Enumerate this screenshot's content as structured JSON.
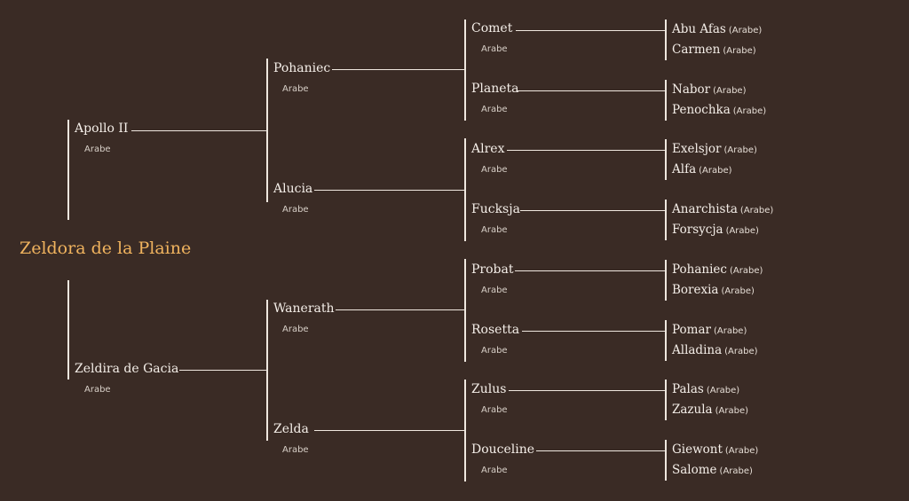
{
  "subject": {
    "name": "Zeldora de la Plaine",
    "color": "#f0b35e"
  },
  "parents": [
    {
      "name": "Apollo II",
      "breed": "Arabe"
    },
    {
      "name": "Zeldira de Gacia",
      "breed": "Arabe"
    }
  ],
  "grandparents": [
    {
      "name": "Pohaniec",
      "breed": "Arabe"
    },
    {
      "name": "Alucia",
      "breed": "Arabe"
    },
    {
      "name": "Wanerath",
      "breed": "Arabe"
    },
    {
      "name": "Zelda",
      "breed": "Arabe"
    }
  ],
  "great_grandparents": [
    {
      "name": "Comet",
      "breed": "Arabe"
    },
    {
      "name": "Planeta",
      "breed": "Arabe"
    },
    {
      "name": "Alrex",
      "breed": "Arabe"
    },
    {
      "name": "Fucksja",
      "breed": "Arabe"
    },
    {
      "name": "Probat",
      "breed": "Arabe"
    },
    {
      "name": "Rosetta",
      "breed": "Arabe"
    },
    {
      "name": "Zulus",
      "breed": "Arabe"
    },
    {
      "name": "Douceline",
      "breed": "Arabe"
    }
  ],
  "great_great_grandparents": [
    {
      "name": "Abu Afas",
      "breed": "(Arabe)"
    },
    {
      "name": "Carmen",
      "breed": "(Arabe)"
    },
    {
      "name": "Nabor",
      "breed": "(Arabe)"
    },
    {
      "name": "Penochka",
      "breed": "(Arabe)"
    },
    {
      "name": "Exelsjor",
      "breed": "(Arabe)"
    },
    {
      "name": "Alfa",
      "breed": "(Arabe)"
    },
    {
      "name": "Anarchista",
      "breed": "(Arabe)"
    },
    {
      "name": "Forsycja",
      "breed": "(Arabe)"
    },
    {
      "name": "Pohaniec",
      "breed": "(Arabe)"
    },
    {
      "name": "Borexia",
      "breed": "(Arabe)"
    },
    {
      "name": "Pomar",
      "breed": "(Arabe)"
    },
    {
      "name": "Alladina",
      "breed": "(Arabe)"
    },
    {
      "name": "Palas",
      "breed": "(Arabe)"
    },
    {
      "name": "Zazula",
      "breed": "(Arabe)"
    },
    {
      "name": "Giewont",
      "breed": "(Arabe)"
    },
    {
      "name": "Salome",
      "breed": "(Arabe)"
    }
  ]
}
